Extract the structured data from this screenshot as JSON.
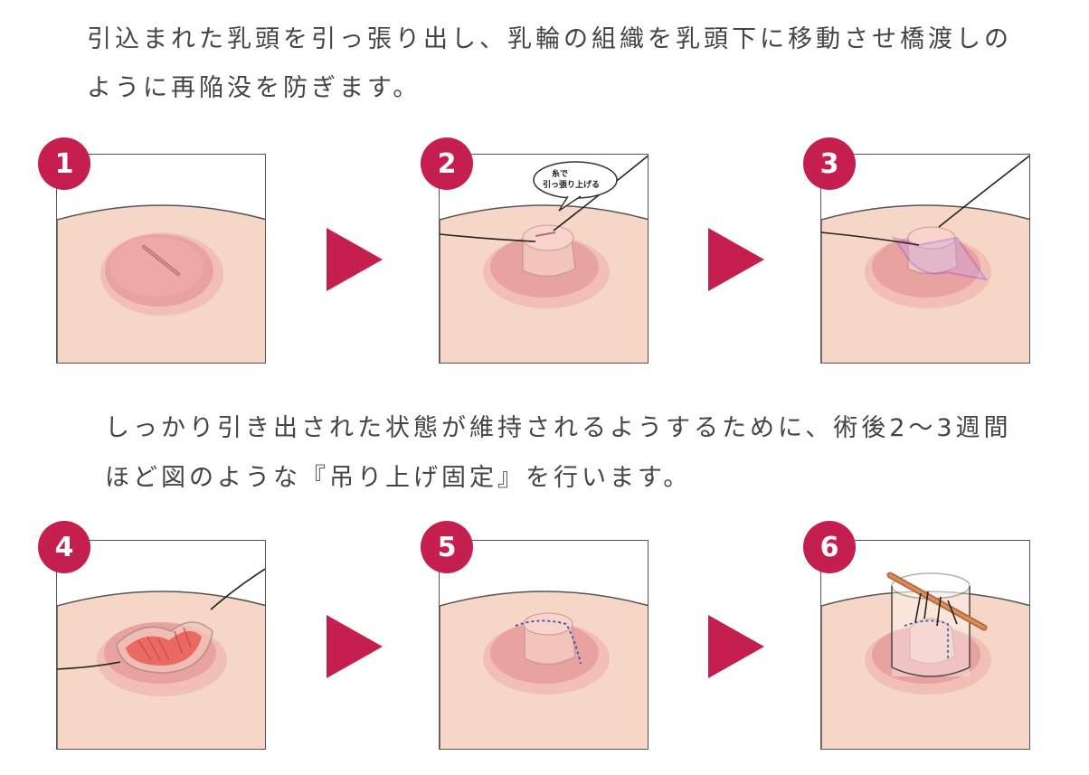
{
  "intro": {
    "line1": "引込まれた乳頭を引っ張り出し、乳輪の組織を乳頭下に移動させ橋渡しの",
    "line2": "ように再陥没を防ぎます。"
  },
  "middle": {
    "line1": "しっかり引き出された状態が維持されるようするために、術後2～3週間",
    "line2": "ほど図のような『吊り上げ固定』を行います。"
  },
  "steps": [
    {
      "number": "1"
    },
    {
      "number": "2",
      "callout_line1": "糸で",
      "callout_line2": "引っ張り上げる"
    },
    {
      "number": "3"
    },
    {
      "number": "4"
    },
    {
      "number": "5"
    },
    {
      "number": "6"
    }
  ],
  "colors": {
    "accent": "#c41f4f",
    "skin": "#f6d7c7",
    "areola": "#e8a2a0",
    "text": "#444444",
    "suture_purple": "#9b3fd6",
    "stitch_blue": "#3a4fb0"
  },
  "icons": {
    "arrow": "triangle-right-icon"
  }
}
